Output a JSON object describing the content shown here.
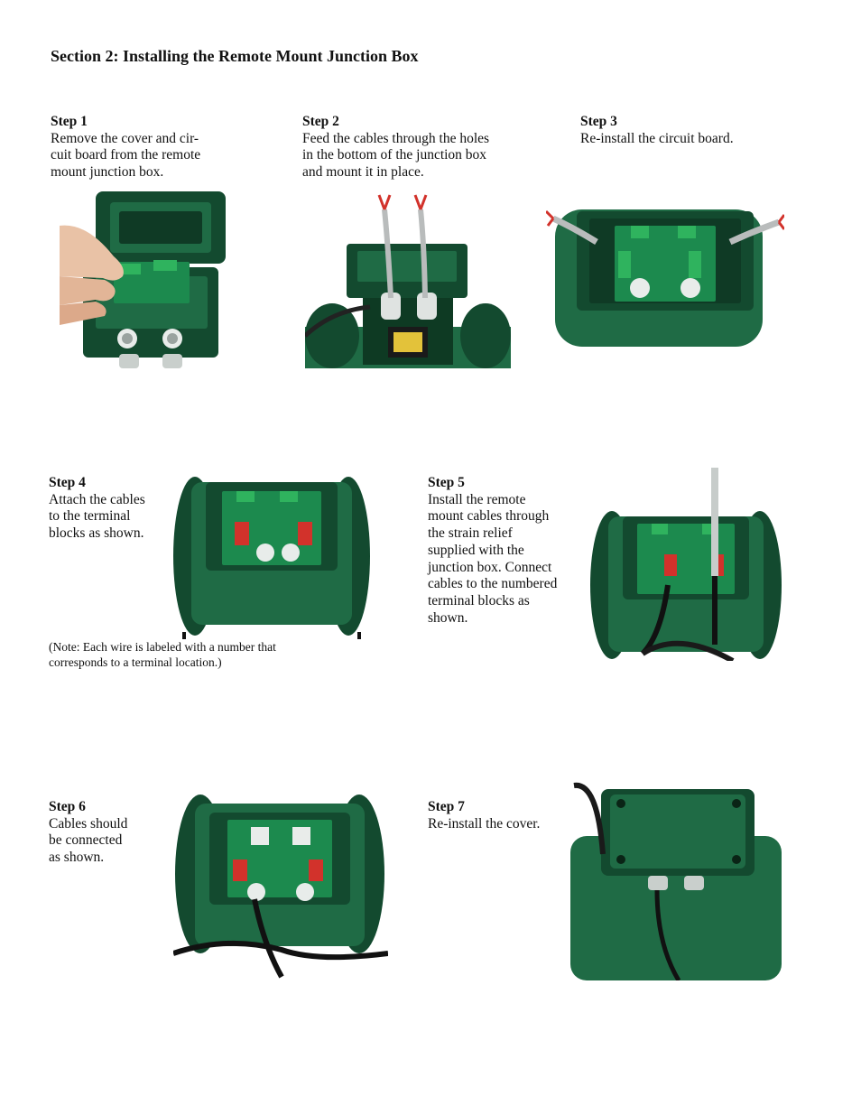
{
  "section_title": "Section 2: Installing the Remote Mount Junction Box",
  "steps": [
    {
      "heading": "Step 1",
      "body": "Remove the cover and cir-\ncuit board from the remote\nmount  junction box."
    },
    {
      "heading": "Step 2",
      "body": "Feed the cables through the holes\nin the bottom of the junction box\nand mount it in place."
    },
    {
      "heading": "Step 3",
      "body": "Re-install the circuit board."
    },
    {
      "heading": "Step 4",
      "body": "Attach the cables\nto the terminal\nblocks as shown."
    },
    {
      "heading": "Step 5",
      "body": "Install the remote\nmount cables through\nthe strain relief\nsupplied with the\njunction box. Connect\ncables to the numbered\nterminal blocks as\nshown."
    },
    {
      "heading": "Step 6",
      "body": "Cables should\nbe connected\nas shown."
    },
    {
      "heading": "Step 7",
      "body": "Re-install the cover."
    }
  ],
  "note": "(Note: Each wire is labeled with a number that\ncorresponds to a terminal location.)",
  "colors": {
    "housing_green": "#1f6b45",
    "housing_dark": "#134a2f",
    "board_green": "#1c8a4e",
    "terminal_green": "#2fb35e",
    "wire_red": "#d2322b",
    "cable_grey": "#b9bcbc"
  }
}
